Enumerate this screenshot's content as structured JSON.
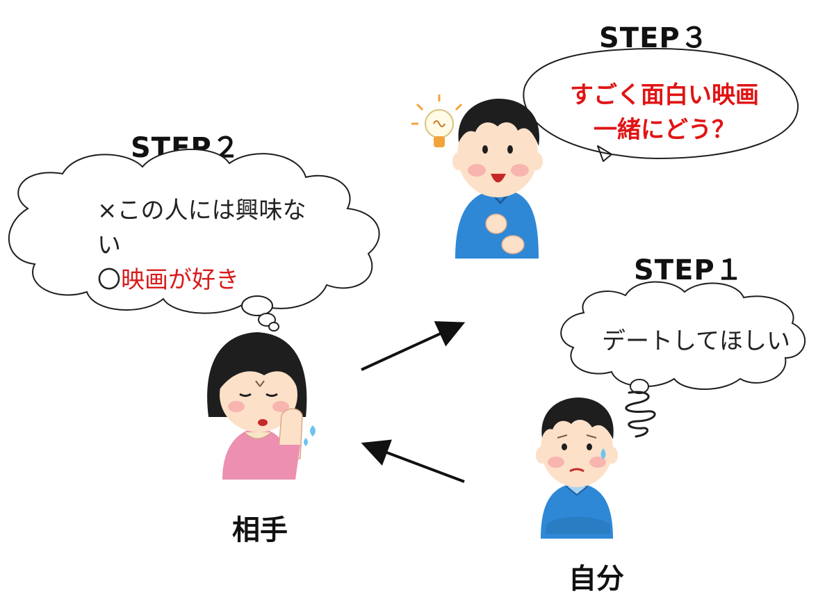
{
  "steps": {
    "step1": "STEP１",
    "step2": "STEP２",
    "step3": "STEP３"
  },
  "step1_bubble": {
    "text": "デートしてほしい"
  },
  "step2_bubble": {
    "line1": "×この人には興味な",
    "line2": "い",
    "line3_prefix": "〇",
    "line3_highlight": "映画が好き"
  },
  "step3_bubble": {
    "line1": "すごく面白い映画",
    "line2": "一緒にどう？"
  },
  "labels": {
    "partner": "相手",
    "self": "自分"
  },
  "colors": {
    "highlight_red": "#d81b1b",
    "speech_red": "#e01414",
    "shirt_blue": "#2e88d6",
    "sweater_pink": "#ec8fb1",
    "hair": "#1e1e1e",
    "skin": "#fde0c8"
  },
  "icons": [
    "lightbulb-icon",
    "sweat-drop-icon",
    "scribble-icon",
    "thinking-woman-figure",
    "worried-man-figure",
    "happy-man-figure"
  ]
}
